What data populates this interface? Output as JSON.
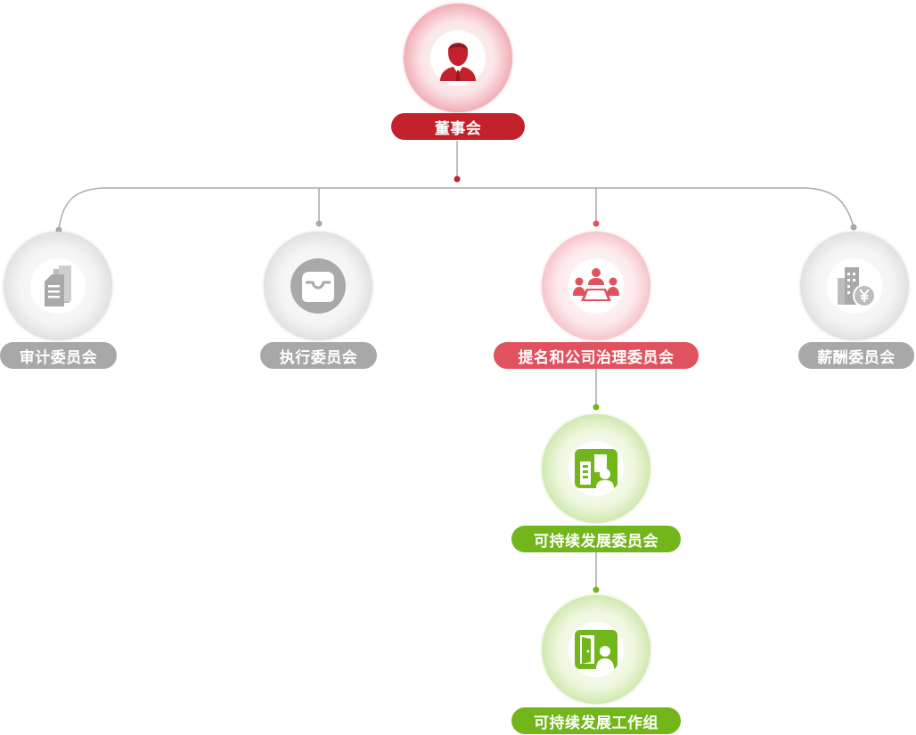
{
  "colors": {
    "board": "#c3212b",
    "nominating": "#e0525e",
    "inactive": "#a8a8a8",
    "sustainability": "#72b61b",
    "connector": "#a9a9a9"
  },
  "nodes": {
    "board": {
      "label": "董事会",
      "icon": "businessman-icon"
    },
    "audit": {
      "label": "审计委员会",
      "icon": "documents-icon"
    },
    "executive": {
      "label": "执行委员会",
      "icon": "inbox-tray-icon"
    },
    "nominating": {
      "label": "提名和公司治理委员会",
      "icon": "meeting-table-icon"
    },
    "remuneration": {
      "label": "薪酬委员会",
      "icon": "building-yen-icon"
    },
    "sustainability": {
      "label": "可持续发展委员会",
      "icon": "office-building-person-icon"
    },
    "working_group": {
      "label": "可持续发展工作组",
      "icon": "door-person-icon"
    }
  }
}
